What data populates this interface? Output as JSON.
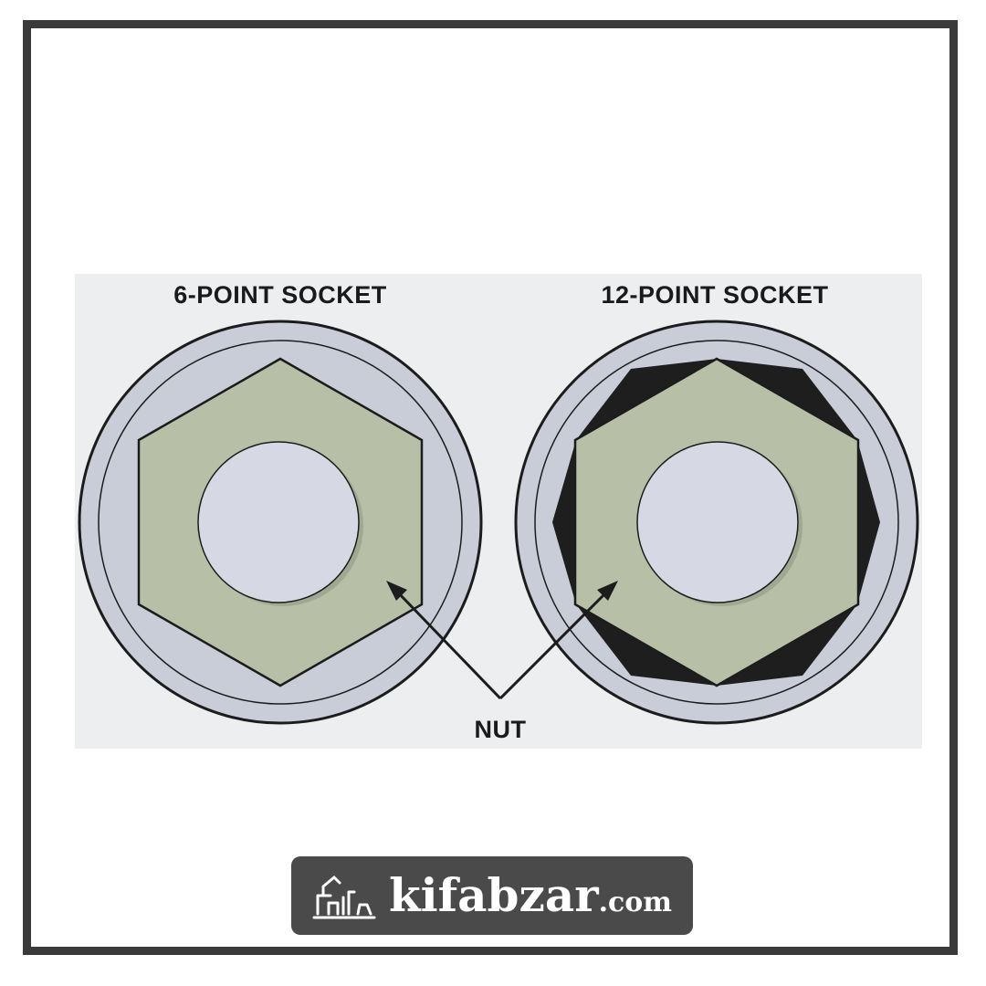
{
  "labels": {
    "six_point": "6-POINT SOCKET",
    "twelve_point": "12-POINT SOCKET",
    "nut": "NUT"
  },
  "logo": {
    "name": "kifabzar",
    "tld": ".com"
  },
  "colors": {
    "frame": "#3a3a3a",
    "panel_bg": "#e9eaec",
    "socket_fill": "#c9cdd8",
    "nut_fill": "#b7bfa6",
    "hole_fill": "#d6d9e3",
    "socket_point": "#1e1e1e",
    "logo_bg": "#4a4a4a"
  }
}
